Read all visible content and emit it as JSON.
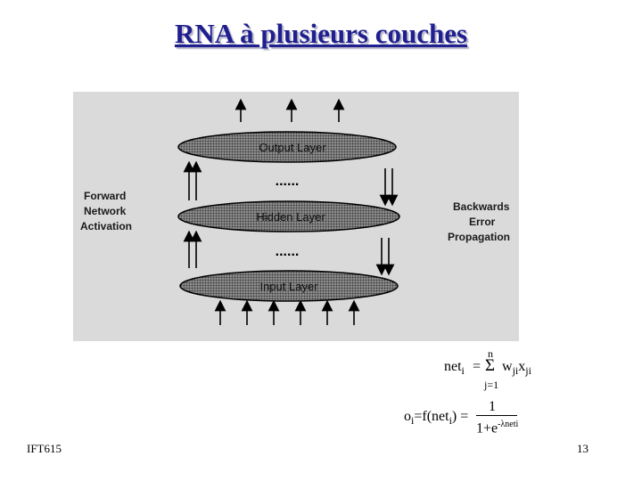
{
  "slide": {
    "title": "RNA à plusieurs couches",
    "footer_left": "IFT615",
    "page_number": "13"
  },
  "figure": {
    "layers": [
      "Output Layer",
      "Hidden Layer",
      "Input Layer"
    ],
    "ellipsis": "......",
    "left_label": [
      "Forward",
      "Network",
      "Activation"
    ],
    "right_label": [
      "Backwards",
      "Error",
      "Propagation"
    ]
  },
  "equations": {
    "net": {
      "lhs": "net",
      "lhs_sub": "i",
      "equals": "=",
      "sigma": "Σ",
      "upper": "n",
      "lower": "j=1",
      "w": "w",
      "w_sub": "ji",
      "x": "x",
      "x_sub": "ji"
    },
    "output": {
      "lhs": "o",
      "lhs_sub": "i",
      "mid1": "=f(net",
      "mid_sub": "i",
      "mid2": ") =",
      "numerator": "1",
      "denominator": "1+e",
      "exp": "-λneti"
    }
  }
}
